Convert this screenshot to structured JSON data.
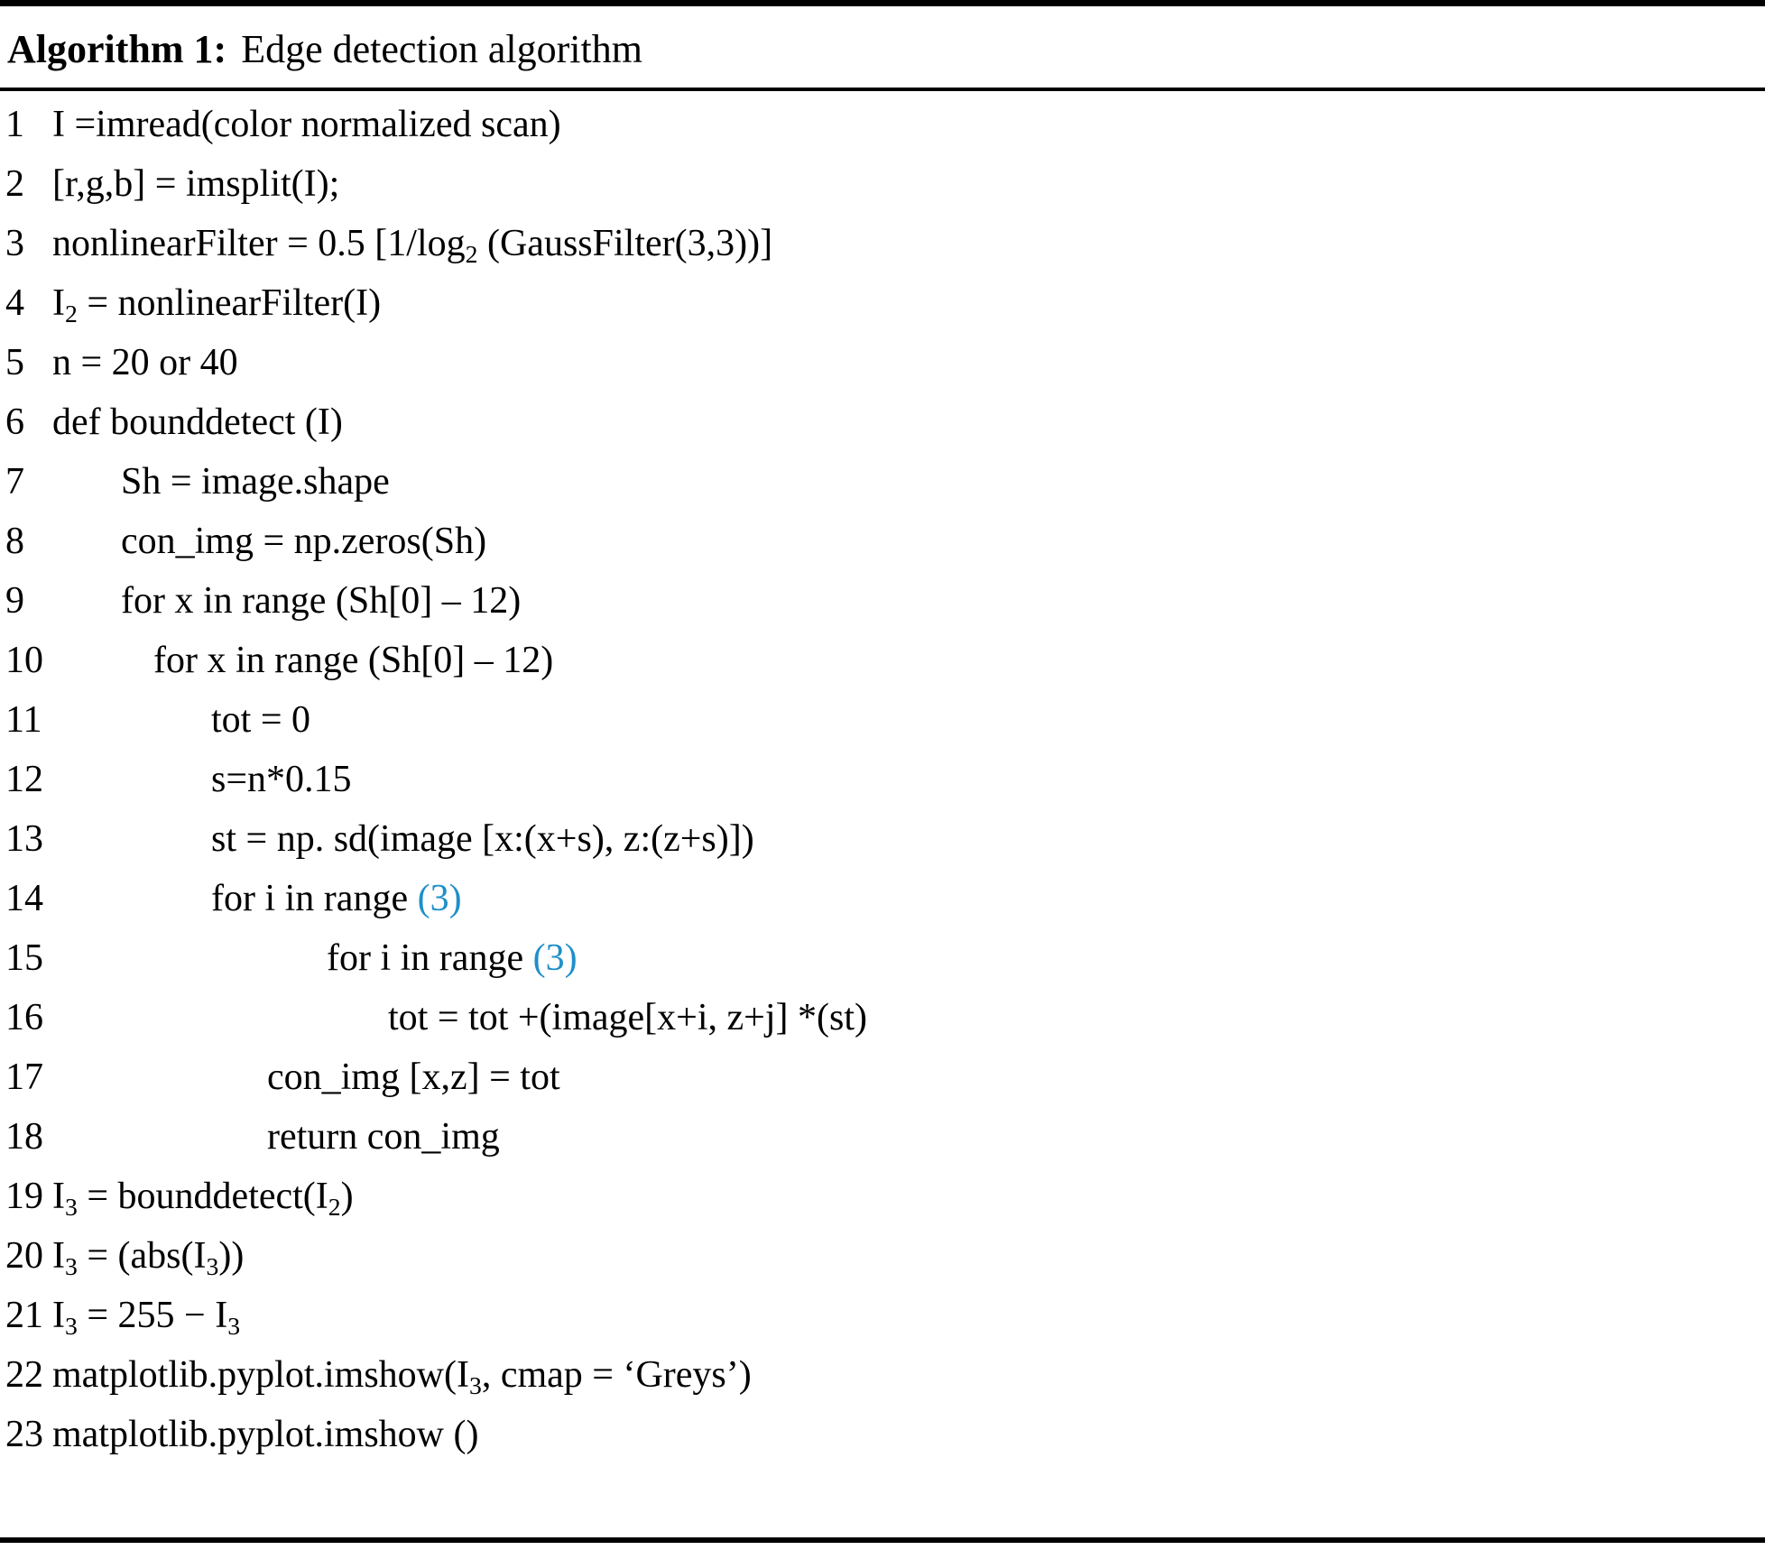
{
  "document": {
    "type": "algorithm-pseudocode-block",
    "caption_label": "Algorithm 1:",
    "caption_title": "Edge detection algorithm",
    "accent_color": "#1f8fc9",
    "text_color": "#000000",
    "background_color": "#ffffff"
  },
  "lines": [
    {
      "n": "1",
      "indent": 0,
      "text": "I =imread(color normalized scan)"
    },
    {
      "n": "2",
      "indent": 0,
      "text": "[r,g,b] = imsplit(I);"
    },
    {
      "n": "3",
      "indent": 0,
      "text": "nonlinearFilter = 0.5 [1/log",
      "sub": "2",
      "text2": " (GaussFilter(3,3))]"
    },
    {
      "n": "4",
      "indent": 0,
      "text": "I",
      "sub": "2",
      "text2": " = nonlinearFilter(I)"
    },
    {
      "n": "5",
      "indent": 0,
      "text": "n = 20 or 40"
    },
    {
      "n": "6",
      "indent": 0,
      "text": "def bounddetect (I)"
    },
    {
      "n": "7",
      "indent": 1,
      "text": "Sh = image.shape"
    },
    {
      "n": "8",
      "indent": 1,
      "text": "con_img = np.zeros(Sh)"
    },
    {
      "n": "9",
      "indent": 1,
      "text": "for x in range (Sh[0] – 12)"
    },
    {
      "n": "10",
      "indent": 2,
      "text": "for x in range (Sh[0] – 12)"
    },
    {
      "n": "11",
      "indent": 3,
      "text": "tot = 0"
    },
    {
      "n": "12",
      "indent": 3,
      "text": "s=n*0.15"
    },
    {
      "n": "13",
      "indent": 3,
      "text": "st = np. sd(image [x:(x+s), z:(z+s)])"
    },
    {
      "n": "14",
      "indent": 3,
      "text": "for i in range ",
      "accent": "(3)"
    },
    {
      "n": "15",
      "indent": 5,
      "text": "for i in range ",
      "accent": "(3)"
    },
    {
      "n": "16",
      "indent": 6,
      "text": "tot = tot +(image[x+i, z+j] *(st)"
    },
    {
      "n": "17",
      "indent": 4,
      "text": "con_img [x,z] = tot"
    },
    {
      "n": "18",
      "indent": 4,
      "text": "return con_img"
    },
    {
      "n": "19",
      "indent": 0,
      "text": "I",
      "sub": "3",
      "text2": " = bounddetect(I",
      "sub2": "2",
      "text3": ")"
    },
    {
      "n": "20",
      "indent": 0,
      "text": "I",
      "sub": "3",
      "text2": " = (abs(I",
      "sub2": "3",
      "text3": "))"
    },
    {
      "n": "21",
      "indent": 0,
      "text": "I",
      "sub": "3",
      "text2": " = 255 − I",
      "sub2": "3",
      "text3": ""
    },
    {
      "n": "22",
      "indent": 0,
      "text": "matplotlib.pyplot.imshow(I",
      "sub": "3",
      "text2": ", cmap = ‘Greys’)"
    },
    {
      "n": "23",
      "indent": 0,
      "text": "matplotlib.pyplot.imshow ()"
    }
  ]
}
